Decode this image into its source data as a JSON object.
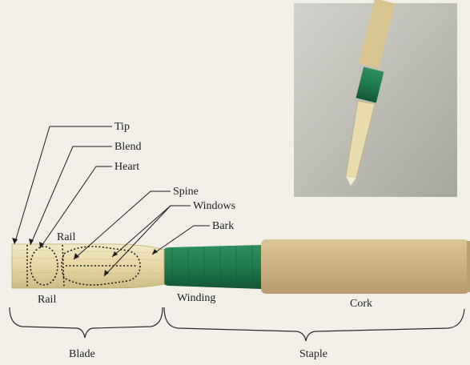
{
  "labels": {
    "tip": "Tip",
    "blend": "Blend",
    "heart": "Heart",
    "spine": "Spine",
    "windows": "Windows",
    "bark": "Bark",
    "rail_top": "Rail",
    "rail_bottom": "Rail",
    "winding": "Winding",
    "cork": "Cork",
    "blade": "Blade",
    "staple": "Staple"
  },
  "colors": {
    "winding": "#1f7a4c",
    "cork": "#cdb487",
    "cane": "#e9dcb0"
  }
}
